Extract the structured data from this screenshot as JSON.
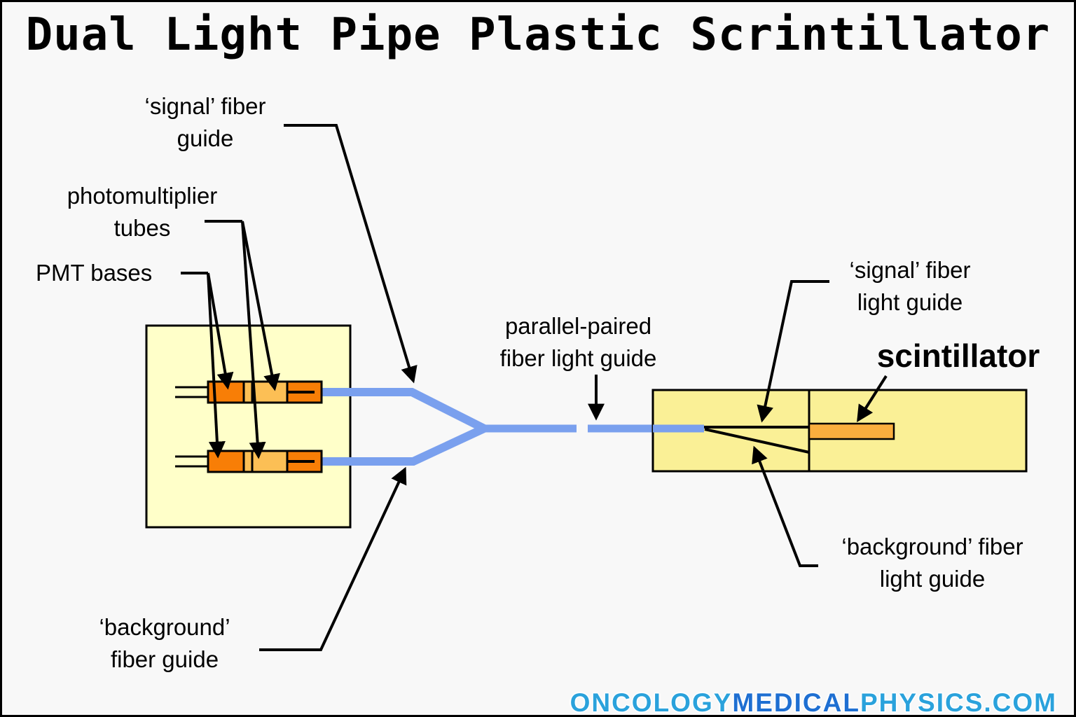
{
  "title": "Dual Light Pipe Plastic Scrintillator",
  "labels": {
    "signal_fiber_guide": {
      "line1": "‘signal’ fiber",
      "line2": "guide"
    },
    "photomultiplier_tubes": {
      "line1": "photomultiplier",
      "line2": "tubes"
    },
    "pmt_bases": "PMT bases",
    "parallel_paired": {
      "line1": "parallel-paired",
      "line2": "fiber light guide"
    },
    "signal_fiber_light_guide": {
      "line1": "‘signal’ fiber",
      "line2": "light guide"
    },
    "scintillator": "scintillator",
    "background_fiber_light_guide": {
      "line1": "‘background’ fiber",
      "line2": "light guide"
    },
    "background_fiber_guide": {
      "line1": "‘background’",
      "line2": "fiber guide"
    }
  },
  "watermark": {
    "part1": "ONCOLOGY",
    "part2": "MEDICAL",
    "part3": "PHYSICS.COM"
  },
  "colors": {
    "background": "#f8f8f8",
    "ink": "#000000",
    "box_left_fill": "#ffffc9",
    "box_right_fill": "#faf096",
    "pmt_base_orange": "#f87e06",
    "pmt_tube_orange": "#fcbf55",
    "scintillator_orange": "#faae3e",
    "fiber_blue": "#7aa0ee",
    "watermark_light_blue": "#2aa2dc",
    "watermark_dark_blue": "#1e6fd2"
  }
}
